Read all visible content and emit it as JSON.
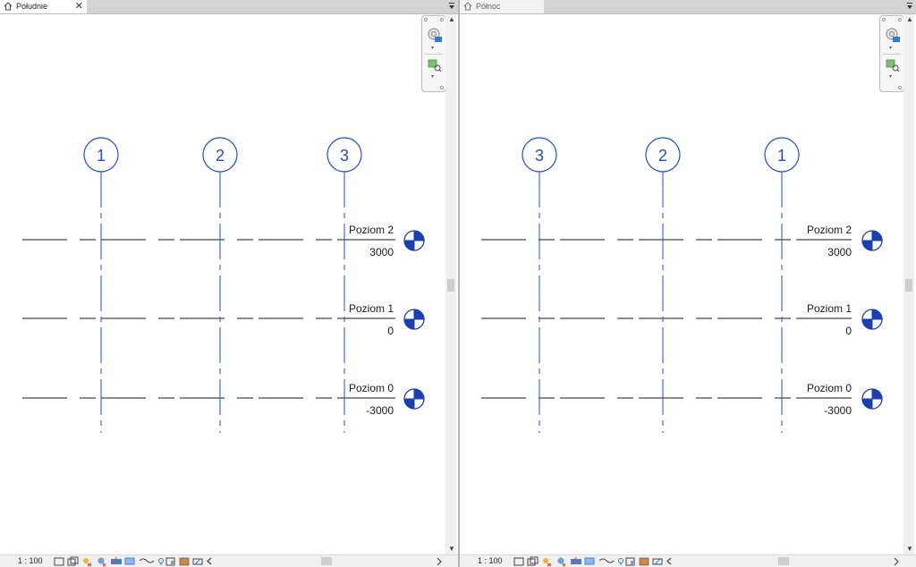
{
  "left_view": {
    "tab_label": "Południe",
    "close_glyph": "✕",
    "grids": [
      {
        "label": "1"
      },
      {
        "label": "2"
      },
      {
        "label": "3"
      }
    ],
    "levels": [
      {
        "name": "Poziom 2",
        "elevation": "3000"
      },
      {
        "name": "Poziom 1",
        "elevation": "0"
      },
      {
        "name": "Poziom 0",
        "elevation": "-3000"
      }
    ],
    "scale": "1 : 100"
  },
  "right_view": {
    "tab_label": "Północ",
    "grids": [
      {
        "label": "3"
      },
      {
        "label": "2"
      },
      {
        "label": "1"
      }
    ],
    "levels": [
      {
        "name": "Poziom 2",
        "elevation": "3000"
      },
      {
        "name": "Poziom 1",
        "elevation": "0"
      },
      {
        "name": "Poziom 0",
        "elevation": "-3000"
      }
    ],
    "scale": "1 : 100"
  },
  "icons": {
    "tab": "house-icon",
    "menu": "dropdown-arrow-icon",
    "nav_2d": "2d-wheel-icon",
    "nav_zoom": "zoom-region-icon"
  },
  "colors": {
    "grid_blue": "#1f4fd0",
    "level_dark": "#1a1a1a",
    "level_head_blue": "#1a3fb0",
    "tab_bg": "#d4d4d4",
    "status_bg": "#f0f0f0"
  }
}
